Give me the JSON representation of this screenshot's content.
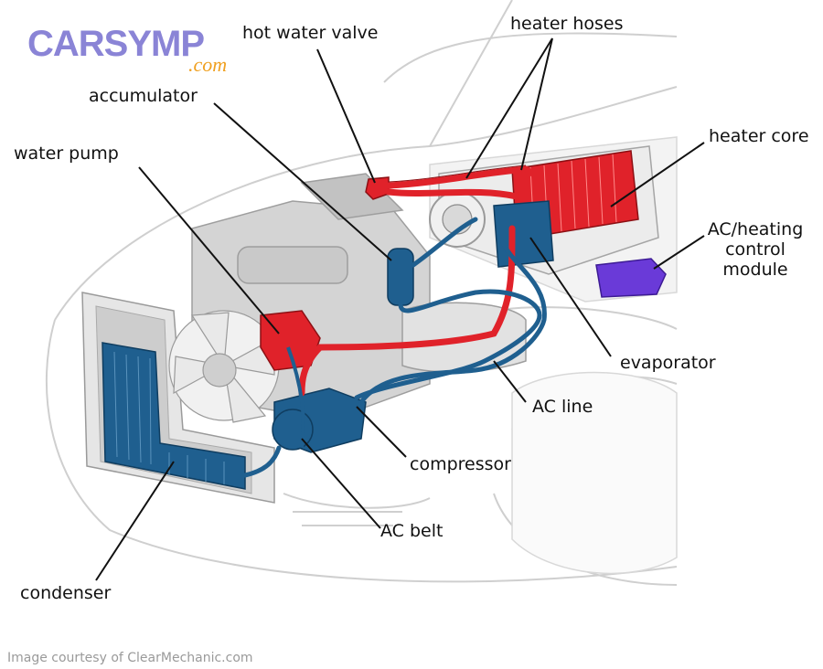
{
  "logo": {
    "main": "CARSYMP",
    "sub": ".com"
  },
  "labels": {
    "hot_water_valve": "hot water valve",
    "heater_hoses": "heater hoses",
    "accumulator": "accumulator",
    "heater_core": "heater core",
    "water_pump": "water pump",
    "ac_heating_control_module": [
      "AC/heating",
      "control",
      "module"
    ],
    "evaporator": "evaporator",
    "ac_line": "AC line",
    "compressor": "compressor",
    "ac_belt": "AC belt",
    "condenser": "condenser"
  },
  "credit": "Image courtesy of ClearMechanic.com",
  "colors": {
    "coolant": "#e0222a",
    "refrigerant": "#1f5f8f",
    "module": "#6a3ad8",
    "logo": "#8a84d6",
    "logo_sub": "#f0a020"
  }
}
